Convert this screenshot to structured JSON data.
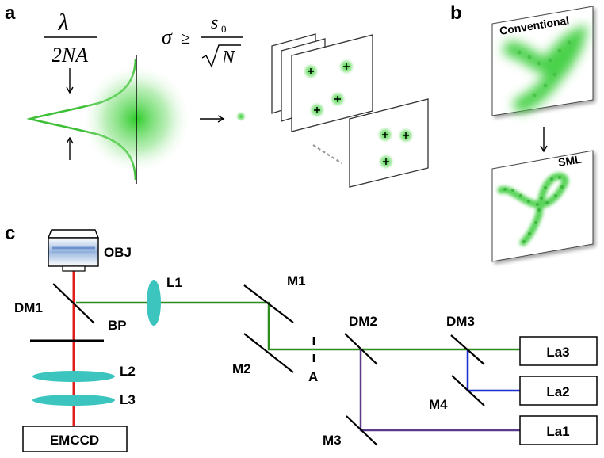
{
  "panels": {
    "a": "a",
    "b": "b",
    "c": "c"
  },
  "equations": {
    "psf_width": {
      "numerator": "λ",
      "denominator": "2NA"
    },
    "precision": {
      "sigma": "σ",
      "geq": "≥",
      "numerator": "s",
      "sub": "0",
      "root_of": "N"
    }
  },
  "panel_b": {
    "top_title": "Conventional",
    "bottom_title": "SML"
  },
  "components": {
    "objective": "OBJ",
    "dm1": "DM1",
    "bp": "BP",
    "l1": "L1",
    "l2": "L2",
    "l3": "L3",
    "m1": "M1",
    "m2": "M2",
    "m3": "M3",
    "m4": "M4",
    "a": "A",
    "dm2": "DM2",
    "dm3": "DM3",
    "camera": "EMCCD",
    "la1": "La1",
    "la2": "La2",
    "la3": "La3"
  },
  "colors": {
    "emission_beam": "#e0201c",
    "green_beam": "#2e8b1e",
    "blue_beam": "#1a2fd0",
    "violet_beam": "#5b3a8a",
    "fluorophore": "#39d12b",
    "lens_fill": "#3cc5bf"
  }
}
